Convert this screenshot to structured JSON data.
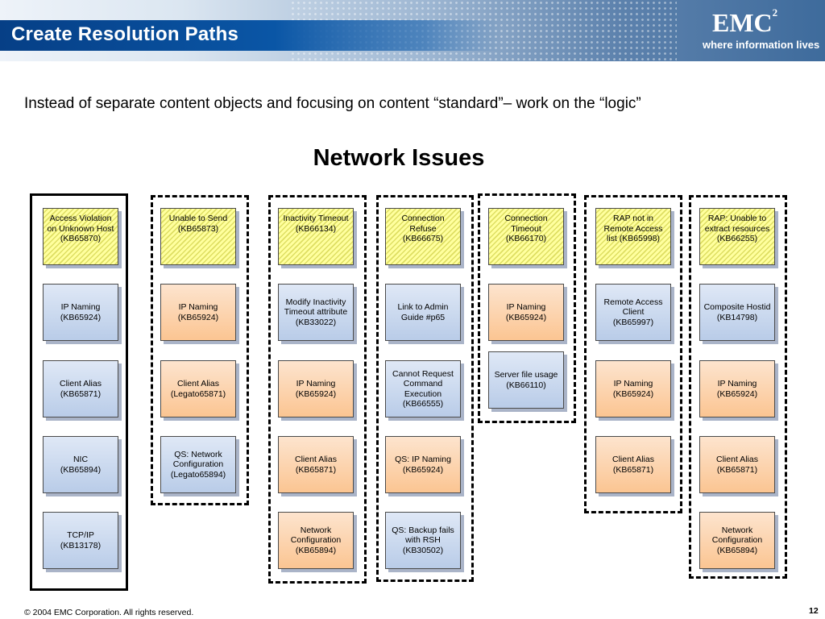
{
  "header": {
    "title": "Create Resolution Paths",
    "logo_text": "EMC",
    "logo_superscript": "2",
    "tagline": "where information lives"
  },
  "subtitle": "Instead of separate content objects and focusing on content “standard”– work on the “logic”",
  "diagram": {
    "title": "Network Issues",
    "columns": [
      {
        "style": "solid",
        "items": [
          {
            "text": "Access Violation\non Unknown Host\n(KB65870)",
            "color": "yellow"
          },
          {
            "text": "IP Naming\n(KB65924)",
            "color": "blue"
          },
          {
            "text": "Client Alias\n(KB65871)",
            "color": "blue"
          },
          {
            "text": "NIC\n(KB65894)",
            "color": "blue"
          },
          {
            "text": "TCP/IP\n(KB13178)",
            "color": "blue"
          }
        ]
      },
      {
        "style": "dashed",
        "items": [
          {
            "text": "Unable to Send\n(KB65873)",
            "color": "yellow"
          },
          {
            "text": "IP Naming\n(KB65924)",
            "color": "orange"
          },
          {
            "text": "Client Alias\n(Legato65871)",
            "color": "orange"
          },
          {
            "text": "QS: Network\nConfiguration\n(Legato65894)",
            "color": "blue"
          }
        ]
      },
      {
        "style": "dashed",
        "items": [
          {
            "text": "Inactivity Timeout\n(KB66134)",
            "color": "yellow"
          },
          {
            "text": "Modify Inactivity\nTimeout attribute\n(KB33022)",
            "color": "blue"
          },
          {
            "text": "IP Naming\n(KB65924)",
            "color": "orange"
          },
          {
            "text": "Client Alias\n(KB65871)",
            "color": "orange"
          },
          {
            "text": "Network\nConfiguration\n(KB65894)",
            "color": "orange"
          }
        ]
      },
      {
        "style": "dashed",
        "items": [
          {
            "text": "Connection\nRefuse\n(KB66675)",
            "color": "yellow"
          },
          {
            "text": "Link to Admin\nGuide #p65",
            "color": "blue"
          },
          {
            "text": "Cannot Request\nCommand\nExecution\n(KB66555)",
            "color": "blue"
          },
          {
            "text": "QS: IP Naming\n(KB65924)",
            "color": "orange"
          },
          {
            "text": "QS: Backup fails\nwith RSH\n(KB30502)",
            "color": "blue"
          }
        ]
      },
      {
        "style": "dashed",
        "items": [
          {
            "text": "Connection\nTimeout\n(KB66170)",
            "color": "yellow"
          },
          {
            "text": "IP Naming\n(KB65924)",
            "color": "orange"
          },
          {
            "text": "Server file usage\n(KB66110)",
            "color": "blue"
          }
        ]
      },
      {
        "style": "dashed",
        "items": [
          {
            "text": "RAP not in\nRemote Access\nlist (KB65998)",
            "color": "yellow"
          },
          {
            "text": "Remote Access\nClient\n(KB65997)",
            "color": "blue"
          },
          {
            "text": "IP Naming\n(KB65924)",
            "color": "orange"
          },
          {
            "text": "Client Alias\n(KB65871)",
            "color": "orange"
          }
        ]
      },
      {
        "style": "dashed",
        "items": [
          {
            "text": "RAP: Unable to\nextract resources\n(KB66255)",
            "color": "yellow"
          },
          {
            "text": "Composite Hostid\n(KB14798)",
            "color": "blue"
          },
          {
            "text": "IP Naming\n(KB65924)",
            "color": "orange"
          },
          {
            "text": "Client Alias\n(KB65871)",
            "color": "orange"
          },
          {
            "text": "Network\nConfiguration\n(KB65894)",
            "color": "orange"
          }
        ]
      }
    ]
  },
  "footer": {
    "copyright": "© 2004 EMC Corporation. All rights reserved.",
    "page_number": "12"
  }
}
